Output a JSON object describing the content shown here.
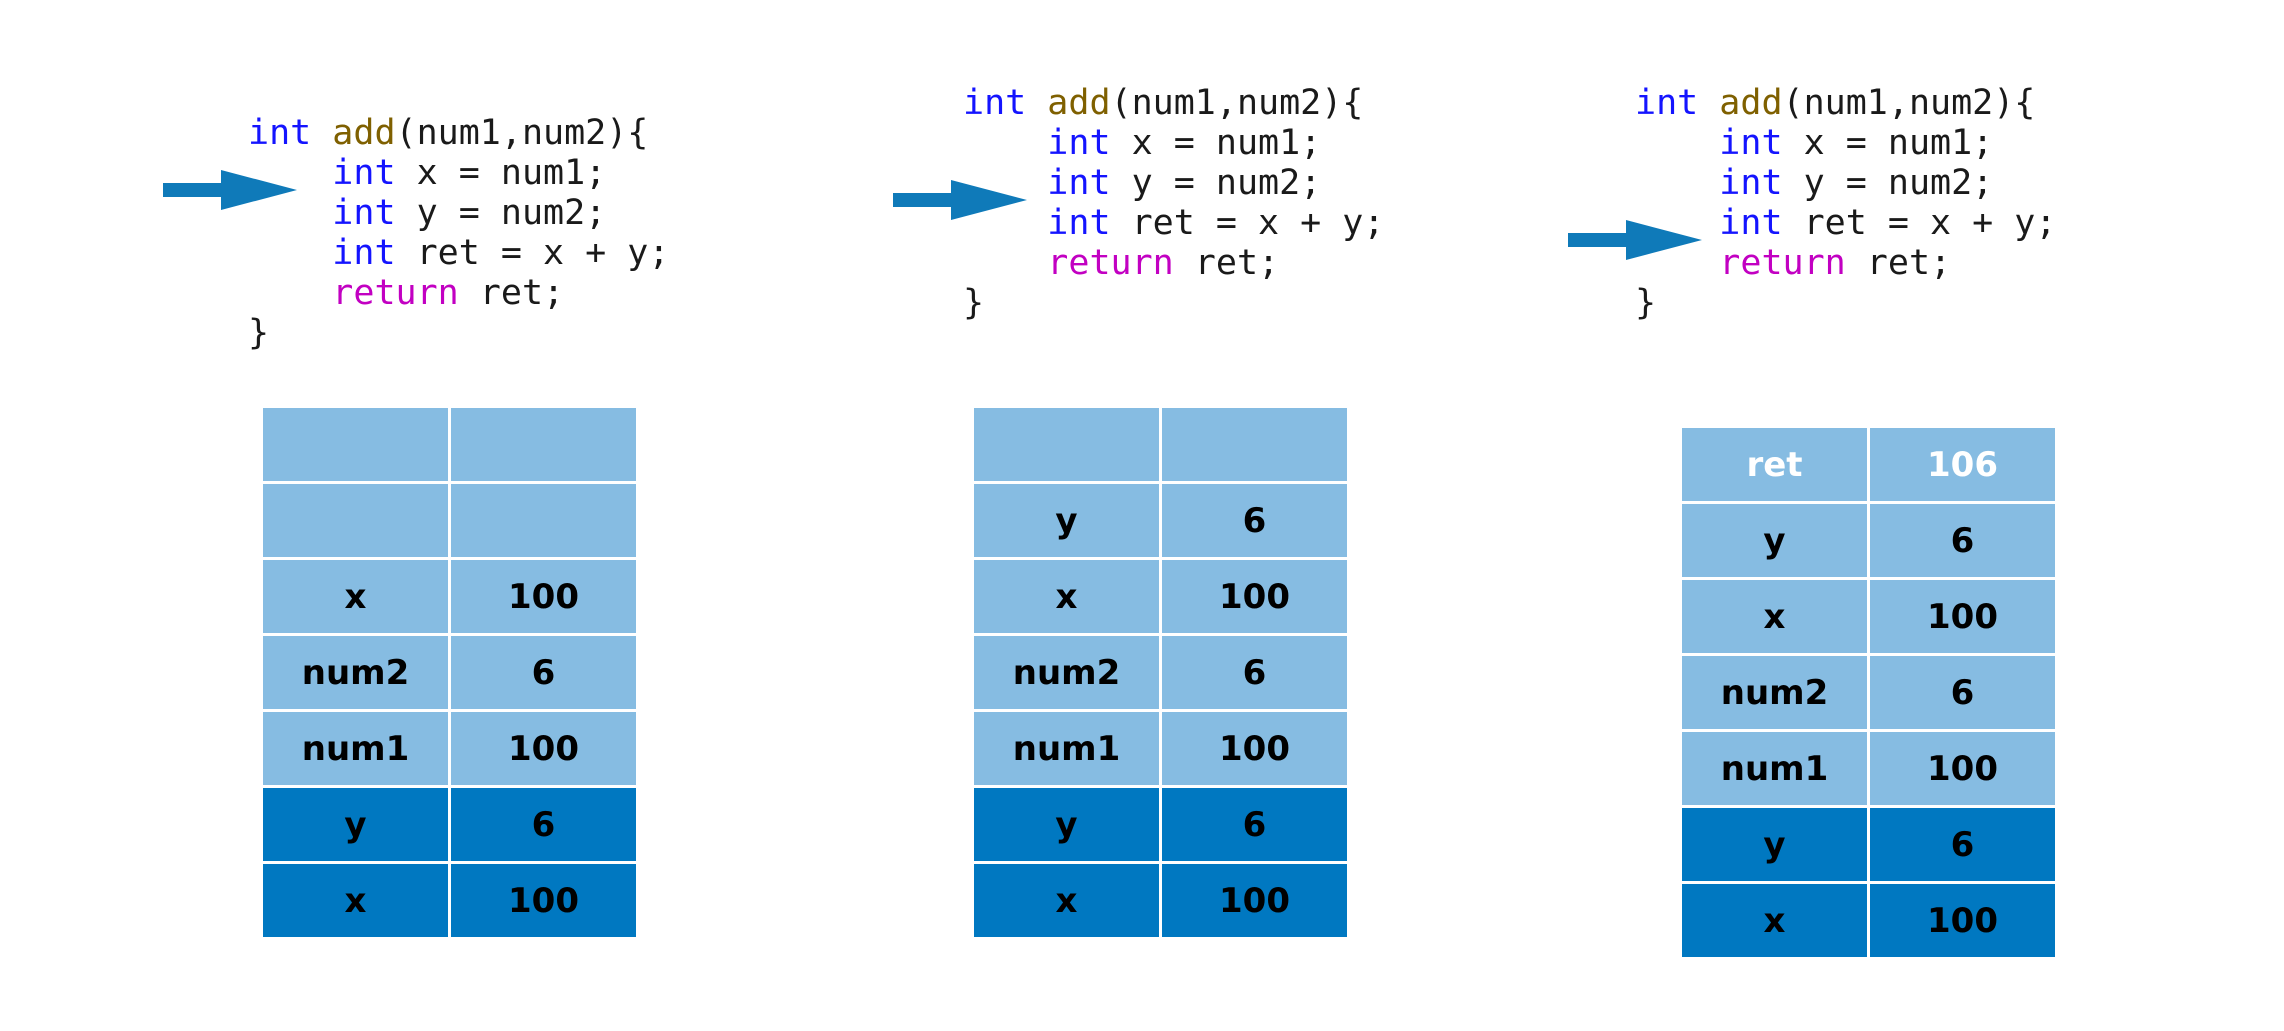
{
  "theme": {
    "background": "#ffffff",
    "arrow_color": "#0f7ab9",
    "stack_light": "#86bce2",
    "stack_dark": "#0078c1",
    "keyword_type_color": "#1414ff",
    "function_name_color": "#7f6000",
    "keyword_return_color": "#c200c2",
    "text_color": "#000000",
    "highlight_text_color": "#ffffff"
  },
  "panels": [
    {
      "id": "panel-0",
      "code": {
        "lines": [
          {
            "indent": 0,
            "tokens": [
              {
                "text": "int",
                "style": "kw-type"
              },
              {
                "text": " ",
                "style": "plain"
              },
              {
                "text": "add",
                "style": "fn-name"
              },
              {
                "text": "(num1,num2){",
                "style": "plain"
              }
            ]
          },
          {
            "indent": 1,
            "tokens": [
              {
                "text": "int",
                "style": "kw-type"
              },
              {
                "text": " x = num1;",
                "style": "plain"
              }
            ]
          },
          {
            "indent": 1,
            "tokens": [
              {
                "text": "int",
                "style": "kw-type"
              },
              {
                "text": " y = num2;",
                "style": "plain"
              }
            ]
          },
          {
            "indent": 1,
            "tokens": [
              {
                "text": "int",
                "style": "kw-type"
              },
              {
                "text": " ret = x + y;",
                "style": "plain"
              }
            ]
          },
          {
            "indent": 1,
            "tokens": [
              {
                "text": "return",
                "style": "kw-return"
              },
              {
                "text": " ret;",
                "style": "plain"
              }
            ]
          },
          {
            "indent": 0,
            "tokens": [
              {
                "text": "}",
                "style": "plain"
              }
            ]
          }
        ]
      },
      "arrow": {
        "label": "execution-pointer",
        "points_at_line_index": 1,
        "points_at_line_text": "int x = num1;"
      },
      "stack": {
        "rows": [
          {
            "name": "",
            "value": "",
            "fill": "light",
            "empty": true,
            "text": "dark"
          },
          {
            "name": "",
            "value": "",
            "fill": "light",
            "empty": true,
            "text": "dark"
          },
          {
            "name": "x",
            "value": "100",
            "fill": "light",
            "empty": false,
            "text": "dark"
          },
          {
            "name": "num2",
            "value": "6",
            "fill": "light",
            "empty": false,
            "text": "dark"
          },
          {
            "name": "num1",
            "value": "100",
            "fill": "light",
            "empty": false,
            "text": "dark"
          },
          {
            "name": "y",
            "value": "6",
            "fill": "dark",
            "empty": false,
            "text": "dark"
          },
          {
            "name": "x",
            "value": "100",
            "fill": "dark",
            "empty": false,
            "text": "dark"
          }
        ]
      }
    },
    {
      "id": "panel-1",
      "code": {
        "lines": [
          {
            "indent": 0,
            "tokens": [
              {
                "text": "int",
                "style": "kw-type"
              },
              {
                "text": " ",
                "style": "plain"
              },
              {
                "text": "add",
                "style": "fn-name"
              },
              {
                "text": "(num1,num2){",
                "style": "plain"
              }
            ]
          },
          {
            "indent": 1,
            "tokens": [
              {
                "text": "int",
                "style": "kw-type"
              },
              {
                "text": " x = num1;",
                "style": "plain"
              }
            ]
          },
          {
            "indent": 1,
            "tokens": [
              {
                "text": "int",
                "style": "kw-type"
              },
              {
                "text": " y = num2;",
                "style": "plain"
              }
            ]
          },
          {
            "indent": 1,
            "tokens": [
              {
                "text": "int",
                "style": "kw-type"
              },
              {
                "text": " ret = x + y;",
                "style": "plain"
              }
            ]
          },
          {
            "indent": 1,
            "tokens": [
              {
                "text": "return",
                "style": "kw-return"
              },
              {
                "text": " ret;",
                "style": "plain"
              }
            ]
          },
          {
            "indent": 0,
            "tokens": [
              {
                "text": "}",
                "style": "plain"
              }
            ]
          }
        ]
      },
      "arrow": {
        "label": "execution-pointer",
        "points_at_line_index": 2,
        "points_at_line_text": "int y = num2;"
      },
      "stack": {
        "rows": [
          {
            "name": "",
            "value": "",
            "fill": "light",
            "empty": true,
            "text": "dark"
          },
          {
            "name": "y",
            "value": "6",
            "fill": "light",
            "empty": false,
            "text": "dark"
          },
          {
            "name": "x",
            "value": "100",
            "fill": "light",
            "empty": false,
            "text": "dark"
          },
          {
            "name": "num2",
            "value": "6",
            "fill": "light",
            "empty": false,
            "text": "dark"
          },
          {
            "name": "num1",
            "value": "100",
            "fill": "light",
            "empty": false,
            "text": "dark"
          },
          {
            "name": "y",
            "value": "6",
            "fill": "dark",
            "empty": false,
            "text": "dark"
          },
          {
            "name": "x",
            "value": "100",
            "fill": "dark",
            "empty": false,
            "text": "dark"
          }
        ]
      }
    },
    {
      "id": "panel-2",
      "code": {
        "lines": [
          {
            "indent": 0,
            "tokens": [
              {
                "text": "int",
                "style": "kw-type"
              },
              {
                "text": " ",
                "style": "plain"
              },
              {
                "text": "add",
                "style": "fn-name"
              },
              {
                "text": "(num1,num2){",
                "style": "plain"
              }
            ]
          },
          {
            "indent": 1,
            "tokens": [
              {
                "text": "int",
                "style": "kw-type"
              },
              {
                "text": " x = num1;",
                "style": "plain"
              }
            ]
          },
          {
            "indent": 1,
            "tokens": [
              {
                "text": "int",
                "style": "kw-type"
              },
              {
                "text": " y = num2;",
                "style": "plain"
              }
            ]
          },
          {
            "indent": 1,
            "tokens": [
              {
                "text": "int",
                "style": "kw-type"
              },
              {
                "text": " ret = x + y;",
                "style": "plain"
              }
            ]
          },
          {
            "indent": 1,
            "tokens": [
              {
                "text": "return",
                "style": "kw-return"
              },
              {
                "text": " ret;",
                "style": "plain"
              }
            ]
          },
          {
            "indent": 0,
            "tokens": [
              {
                "text": "}",
                "style": "plain"
              }
            ]
          }
        ]
      },
      "arrow": {
        "label": "execution-pointer",
        "points_at_line_index": 3,
        "points_at_line_text": "int ret = x + y;"
      },
      "stack": {
        "rows": [
          {
            "name": "ret",
            "value": "106",
            "fill": "light",
            "empty": false,
            "text": "white"
          },
          {
            "name": "y",
            "value": "6",
            "fill": "light",
            "empty": false,
            "text": "dark"
          },
          {
            "name": "x",
            "value": "100",
            "fill": "light",
            "empty": false,
            "text": "dark"
          },
          {
            "name": "num2",
            "value": "6",
            "fill": "light",
            "empty": false,
            "text": "dark"
          },
          {
            "name": "num1",
            "value": "100",
            "fill": "light",
            "empty": false,
            "text": "dark"
          },
          {
            "name": "y",
            "value": "6",
            "fill": "dark",
            "empty": false,
            "text": "dark"
          },
          {
            "name": "x",
            "value": "100",
            "fill": "dark",
            "empty": false,
            "text": "dark"
          }
        ]
      }
    }
  ]
}
